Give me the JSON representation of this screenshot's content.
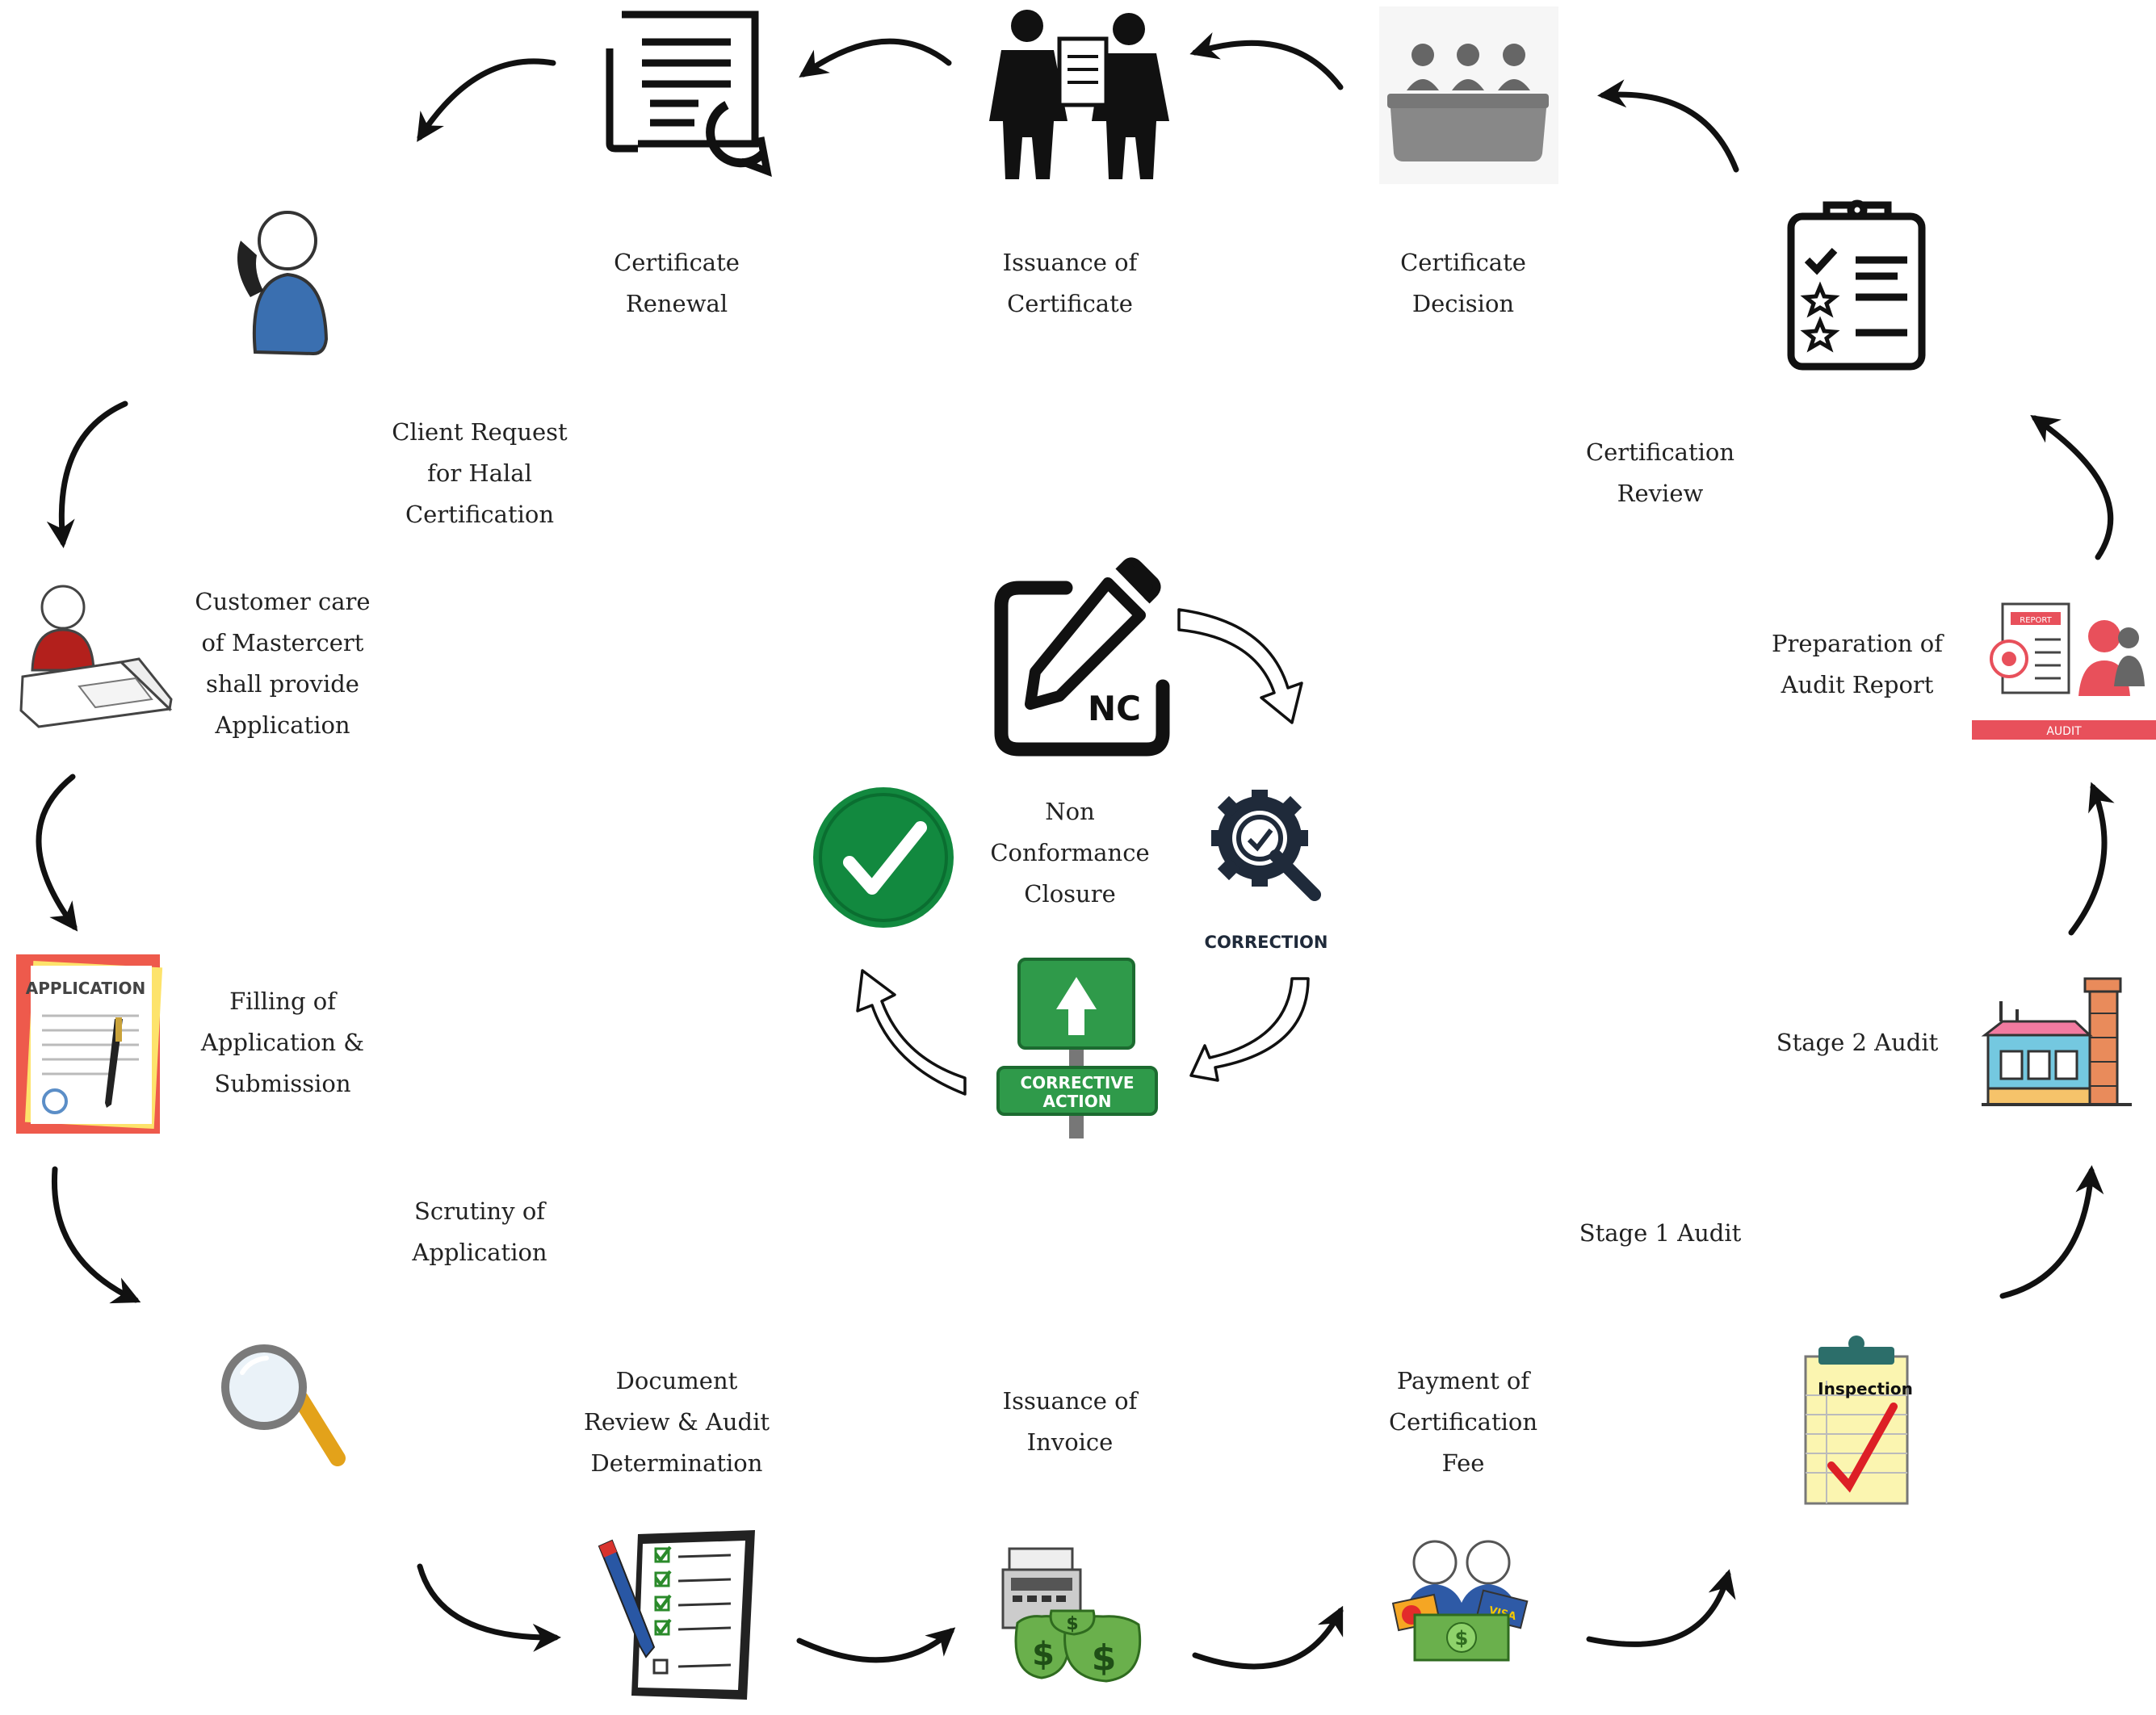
{
  "steps": {
    "client_request": [
      "Client Request",
      "for Halal",
      "Certification"
    ],
    "customer_care": [
      "Customer care",
      "of Mastercert",
      "shall provide",
      "Application"
    ],
    "filling": [
      "Filling of",
      "Application &",
      "Submission"
    ],
    "scrutiny": [
      "Scrutiny of",
      "Application"
    ],
    "doc_review": [
      "Document",
      "Review & Audit",
      "Determination"
    ],
    "invoice": [
      "Issuance of",
      "Invoice"
    ],
    "payment": [
      "Payment of",
      "Certification",
      "Fee"
    ],
    "stage1": [
      "Stage  1 Audit"
    ],
    "stage2": [
      "Stage  2 Audit"
    ],
    "audit_report": [
      "Preparation of",
      "Audit Report"
    ],
    "cert_review": [
      "Certification",
      "Review"
    ],
    "cert_decision": [
      "Certificate",
      "Decision"
    ],
    "issuance_cert": [
      "Issuance of",
      "Certificate"
    ],
    "renewal": [
      "Certificate",
      "Renewal"
    ]
  },
  "nc_cycle": {
    "title": [
      "Non",
      "Conformance",
      "Closure"
    ],
    "nc_badge": "NC",
    "correction": "CORRECTION",
    "corrective_action": [
      "CORRECTIVE",
      "ACTION"
    ]
  },
  "icon_text": {
    "application_form": "APPLICATION",
    "inspection": "Inspection",
    "report": "REPORT",
    "audit": "AUDIT",
    "visa": "VISA"
  },
  "colors": {
    "arrow": "#111111",
    "green_check": "#12893f",
    "red_accent": "#e8505b",
    "blue_person": "#3a6fb0",
    "money_green": "#6ab04c"
  }
}
